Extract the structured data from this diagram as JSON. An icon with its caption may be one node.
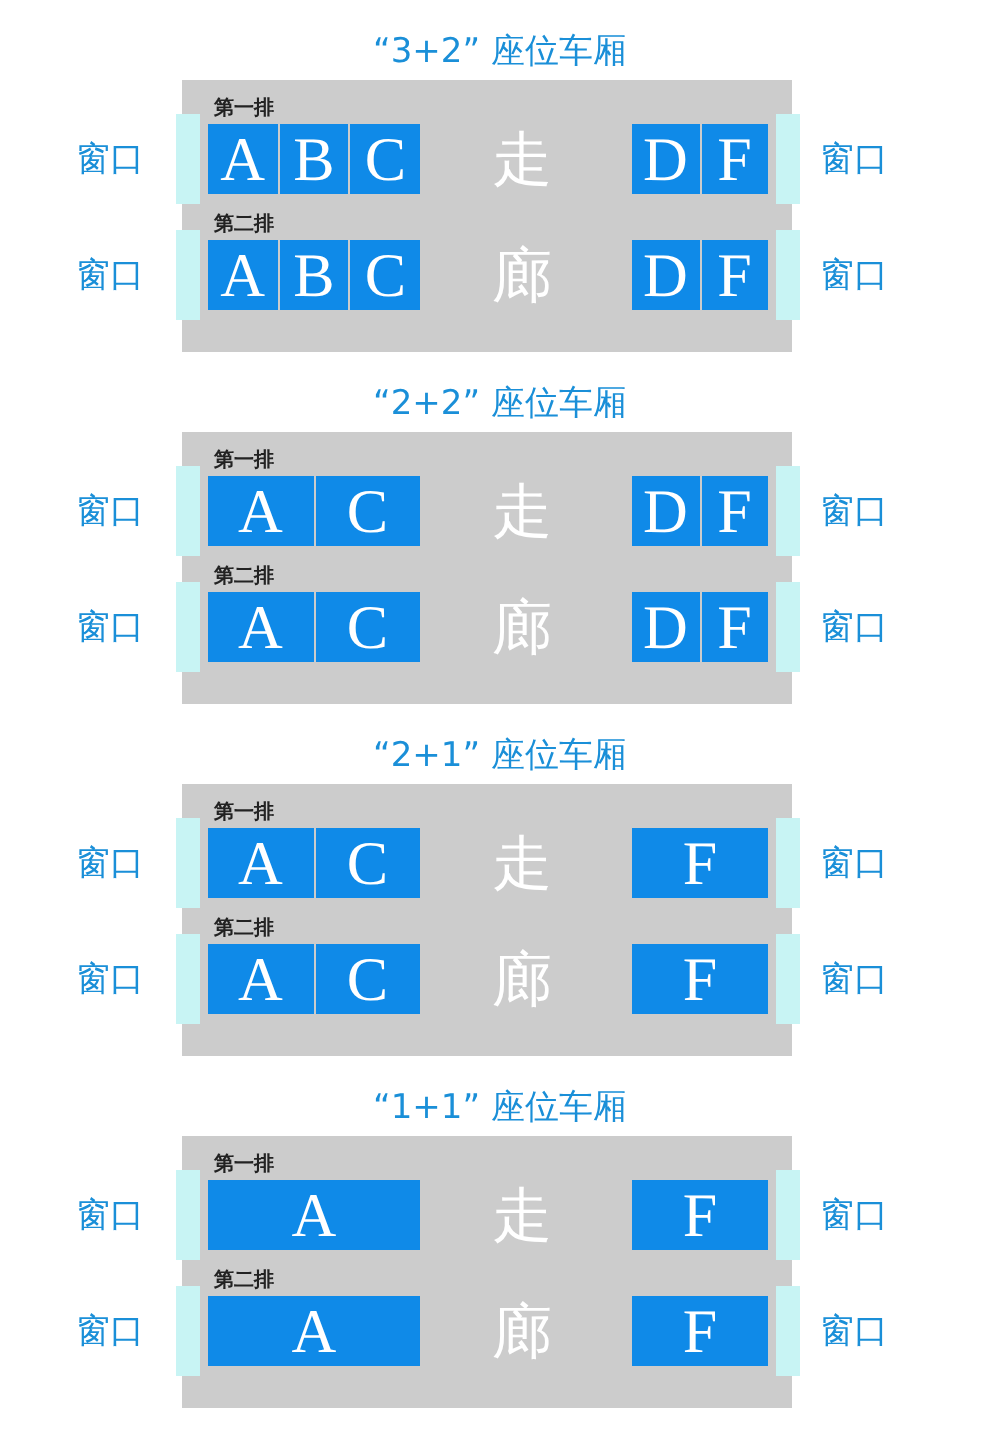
{
  "diagram": {
    "nodes": [
      {
        "text": [
          "“3+2” 座位车厢"
        ]
      },
      {
        "text": [
          "A"
        ],
        "in": 0
      },
      {
        "text": [
          "B"
        ],
        "in": 0
      },
      {
        "text": [
          "C"
        ],
        "in": 0
      },
      {
        "text": [
          "D"
        ],
        "in": 0
      },
      {
        "text": [
          "F"
        ],
        "in": 0
      },
      {
        "text": [
          "A"
        ],
        "in": 0
      },
      {
        "text": [
          "B"
        ],
        "in": 0
      },
      {
        "text": [
          "C"
        ],
        "in": 0
      },
      {
        "text": [
          "D"
        ],
        "in": 0
      },
      {
        "text": [
          "F"
        ],
        "in": 0
      },
      {
        "text": [
          "“2+2” 座位车厢"
        ]
      },
      {
        "text": [
          "A"
        ],
        "in": 11
      },
      {
        "text": [
          "C"
        ],
        "in": 11
      },
      {
        "text": [
          "D"
        ],
        "in": 11
      },
      {
        "text": [
          "F"
        ],
        "in": 11
      },
      {
        "text": [
          "A"
        ],
        "in": 11
      },
      {
        "text": [
          "C"
        ],
        "in": 11
      },
      {
        "text": [
          "D"
        ],
        "in": 11
      },
      {
        "text": [
          "F"
        ],
        "in": 11
      },
      {
        "text": [
          "“2+1” 座位车厢"
        ]
      },
      {
        "text": [
          "A"
        ],
        "in": 20
      },
      {
        "text": [
          "C"
        ],
        "in": 20
      },
      {
        "text": [
          "F"
        ],
        "in": 20
      },
      {
        "text": [
          "A"
        ],
        "in": 20
      },
      {
        "text": [
          "C"
        ],
        "in": 20
      },
      {
        "text": [
          "F"
        ],
        "in": 20
      },
      {
        "text": [
          "“1+1” 座位车厢"
        ]
      },
      {
        "text": [
          "A"
        ],
        "in": 27
      },
      {
        "text": [
          "F"
        ],
        "in": 27
      },
      {
        "text": [
          "A"
        ],
        "in": 27
      },
      {
        "text": [
          "F"
        ],
        "in": 27
      }
    ],
    "labels": [
      "第一排",
      "窗口",
      "走",
      "窗口",
      "第二排",
      "窗口",
      "廊",
      "窗口",
      "第一排",
      "窗口",
      "走",
      "窗口",
      "第二排",
      "窗口",
      "廊",
      "窗口",
      "第一排",
      "窗口",
      "走",
      "窗口",
      "第二排",
      "窗口",
      "廊",
      "窗口",
      "第一排",
      "窗口",
      "走",
      "窗口",
      "第二排",
      "窗口",
      "廊",
      "窗口"
    ]
  }
}
